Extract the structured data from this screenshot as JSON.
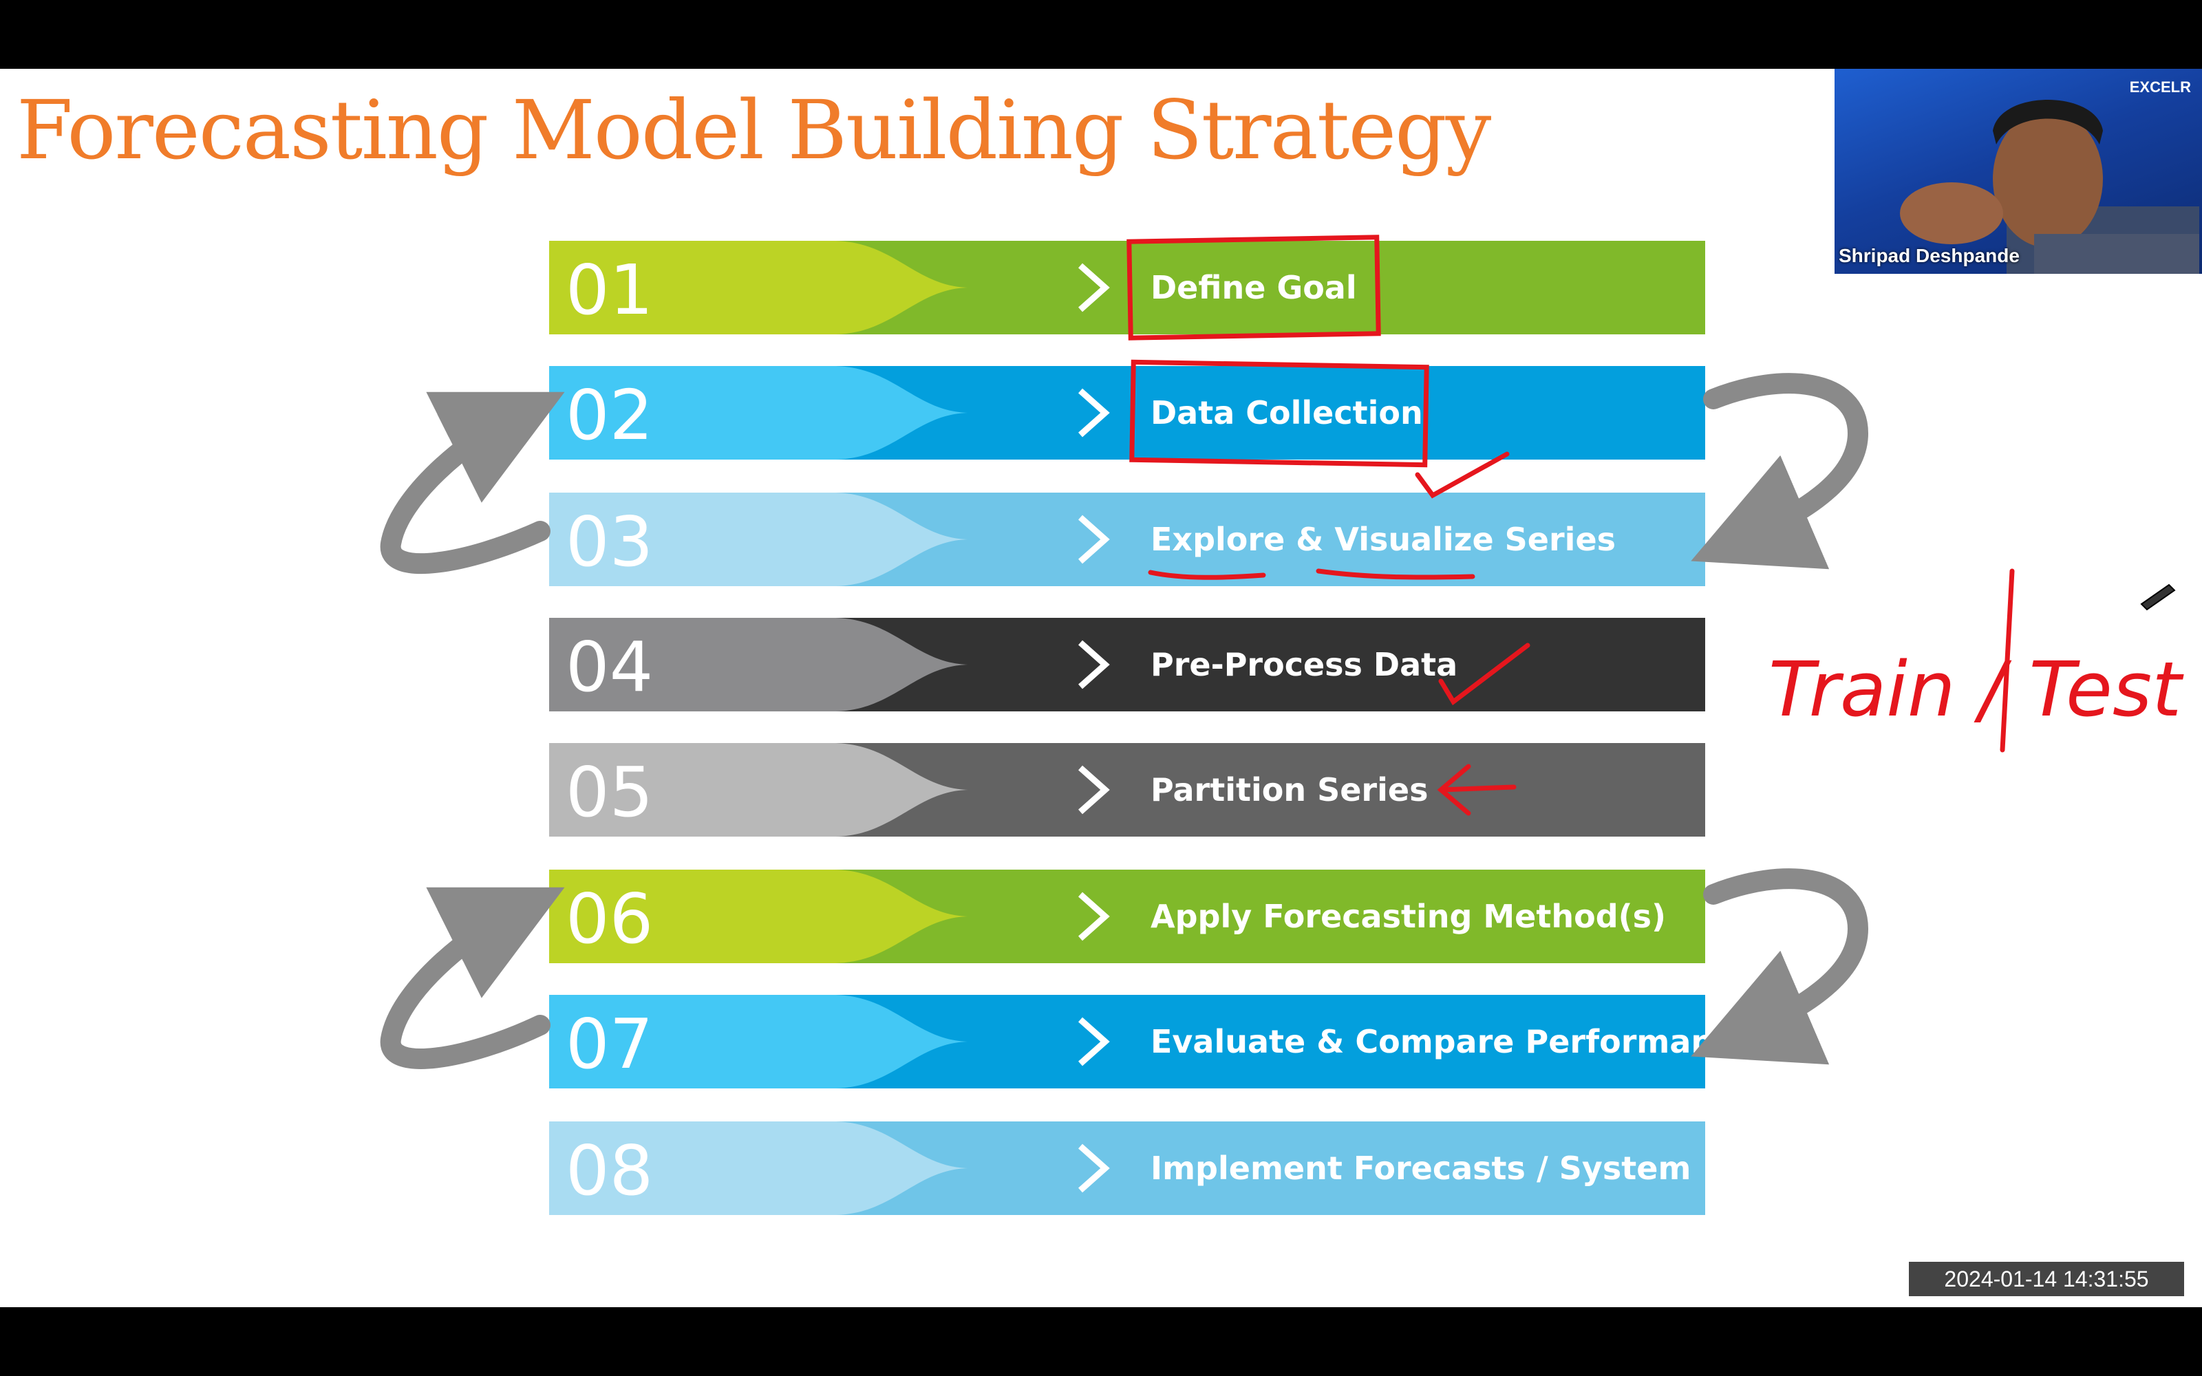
{
  "slide": {
    "title": "Forecasting Model Building Strategy",
    "steps": [
      {
        "number": "01",
        "label": "Define Goal"
      },
      {
        "number": "02",
        "label": "Data Collection"
      },
      {
        "number": "03",
        "label": "Explore & Visualize Series"
      },
      {
        "number": "04",
        "label": "Pre-Process Data"
      },
      {
        "number": "05",
        "label": "Partition Series"
      },
      {
        "number": "06",
        "label": "Apply Forecasting Method(s)"
      },
      {
        "number": "07",
        "label": "Evaluate & Compare Performance"
      },
      {
        "number": "08",
        "label": "Implement Forecasts / System"
      }
    ],
    "annotation_text": "Train / Test",
    "colors": {
      "title": "#f07c2a",
      "annotation": "#e5161d",
      "arrows": "#8a8a8a"
    }
  },
  "webcam": {
    "participant_name": "Shripad Deshpande",
    "logo_text": "EXCELR"
  },
  "timestamp": "2024-01-14 14:31:55"
}
